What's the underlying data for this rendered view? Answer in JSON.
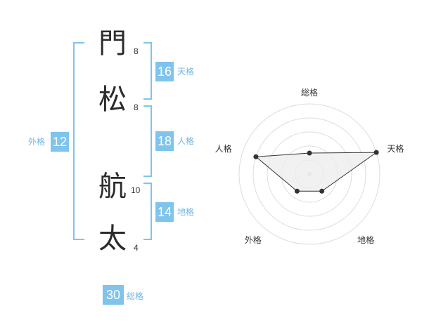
{
  "name_chars": [
    {
      "char": "門",
      "strokes": "8"
    },
    {
      "char": "松",
      "strokes": "8"
    },
    {
      "char": "航",
      "strokes": "10"
    },
    {
      "char": "太",
      "strokes": "4"
    }
  ],
  "fortunes": {
    "tenkaku": {
      "value": "16",
      "label": "天格"
    },
    "jinkaku": {
      "value": "18",
      "label": "人格"
    },
    "chikaku": {
      "value": "14",
      "label": "地格"
    },
    "gaikaku": {
      "value": "12",
      "label": "外格"
    },
    "soukaku": {
      "value": "30",
      "label": "総格"
    }
  },
  "colors": {
    "accent": "#7fc4ec",
    "label": "#6fb7e4",
    "text": "#2b2b2b",
    "radar_fill": "#eeeeee",
    "radar_line": "#333333"
  },
  "chart_data": {
    "type": "radar",
    "categories": [
      "総格",
      "天格",
      "地格",
      "外格",
      "人格"
    ],
    "values": [
      1.5,
      5,
      1.5,
      1.5,
      4
    ],
    "rmax": 5,
    "rings": 5
  }
}
